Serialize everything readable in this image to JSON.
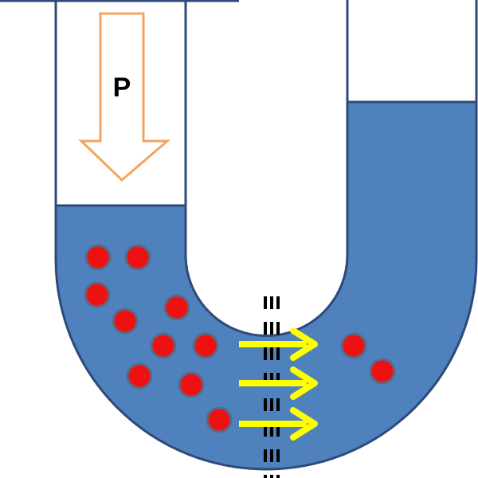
{
  "diagram": {
    "pressure_label": "P",
    "colors": {
      "fluid": "#4f81bd",
      "tube_outline": "#2d4a7a",
      "particle": "#ee1111",
      "particle_outline": "#5a6a86",
      "pressure_arrow": "#f4a460",
      "flow_arrow": "#ffff00",
      "membrane": "#000000",
      "background": "#ffffff"
    },
    "icons": {
      "pressure": "down-arrow-outline",
      "flow": "right-arrow",
      "membrane": "dashed-triple-line"
    }
  }
}
